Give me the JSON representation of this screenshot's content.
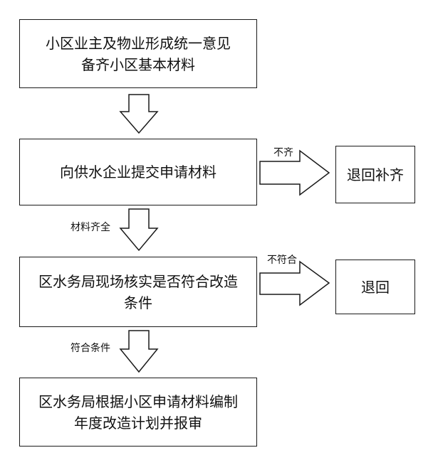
{
  "steps": [
    {
      "text": "小区业主及物业形成统一意见\n备齐小区基本材料"
    },
    {
      "text": "向供水企业提交申请材料"
    },
    {
      "text": "区水务局现场核实是否符合改造条件"
    },
    {
      "text": "区水务局根据小区申请材料编制年度改造计划并报审"
    }
  ],
  "side_boxes": [
    {
      "text": "退回补齐"
    },
    {
      "text": "退回"
    }
  ],
  "labels": {
    "not_complete": "不齐",
    "materials_complete": "材料齐全",
    "not_compliant": "不符合",
    "compliant": "符合条件"
  }
}
